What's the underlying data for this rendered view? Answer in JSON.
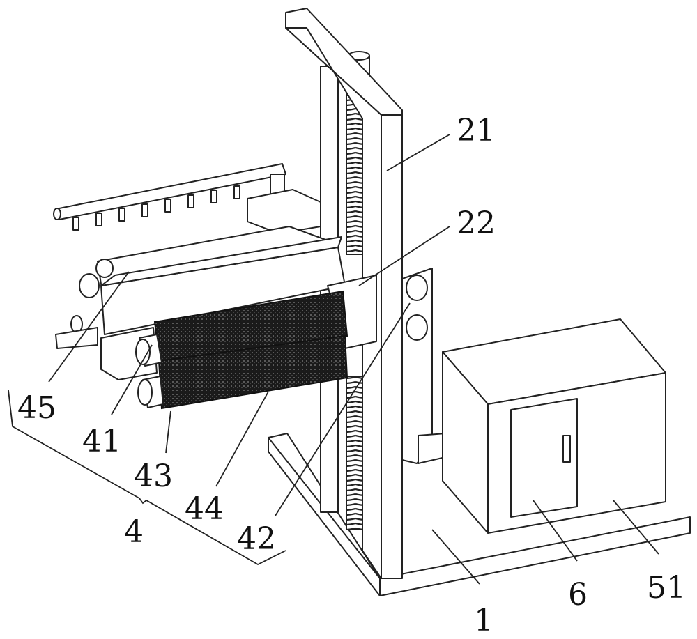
{
  "figure": {
    "labels": {
      "base": "1",
      "column": "21",
      "slider": "22",
      "cleaning_assembly": "4",
      "roller_shaft": "41",
      "motor_shaft": "42",
      "brush_roller": "43",
      "brush": "44",
      "roller_frame": "45",
      "cabinet": "51",
      "door": "6"
    },
    "colors": {
      "line": "#222222",
      "brush": "#1a1a1a",
      "background": "#ffffff"
    }
  }
}
